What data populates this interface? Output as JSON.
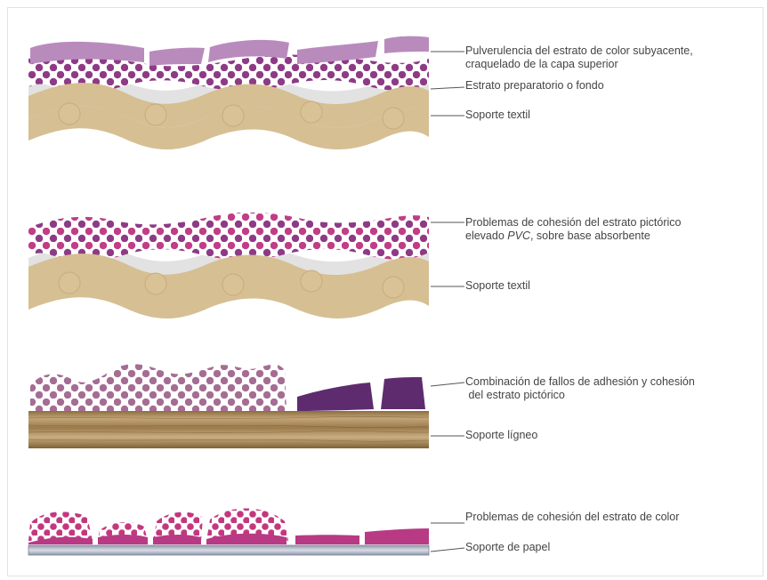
{
  "labels": {
    "d1_top_line1": "Pulverulencia del estrato de color subyacente,",
    "d1_top_line2": "craquelado de la capa superior",
    "d1_ground": "Estrato preparatorio o fondo",
    "d1_support": "Soporte textil",
    "d2_top_line1": "Problemas de cohesión del estrato pictórico",
    "d2_top_line2_pre": "elevado ",
    "d2_top_line2_em": "PVC",
    "d2_top_line2_post": ", sobre base absorbente",
    "d2_support": "Soporte textil",
    "d3_top_line1": "Combinación de fallos de adhesión y cohesión",
    "d3_top_line2": " del estrato pictórico",
    "d3_support": "Soporte lígneo",
    "d4_top": "Problemas de cohesión del estrato de color",
    "d4_support": "Soporte de papel"
  },
  "colors": {
    "lavender": "#b98bbd",
    "plum": "#8e3b86",
    "magenta": "#b83a84",
    "deep_purple": "#5e2c6e",
    "tan": "#d6bf93",
    "ground_gray": "#e2e2e2",
    "wood": "#a98a5c",
    "paper": "#b7bfcd",
    "leader_line": "#555555"
  }
}
